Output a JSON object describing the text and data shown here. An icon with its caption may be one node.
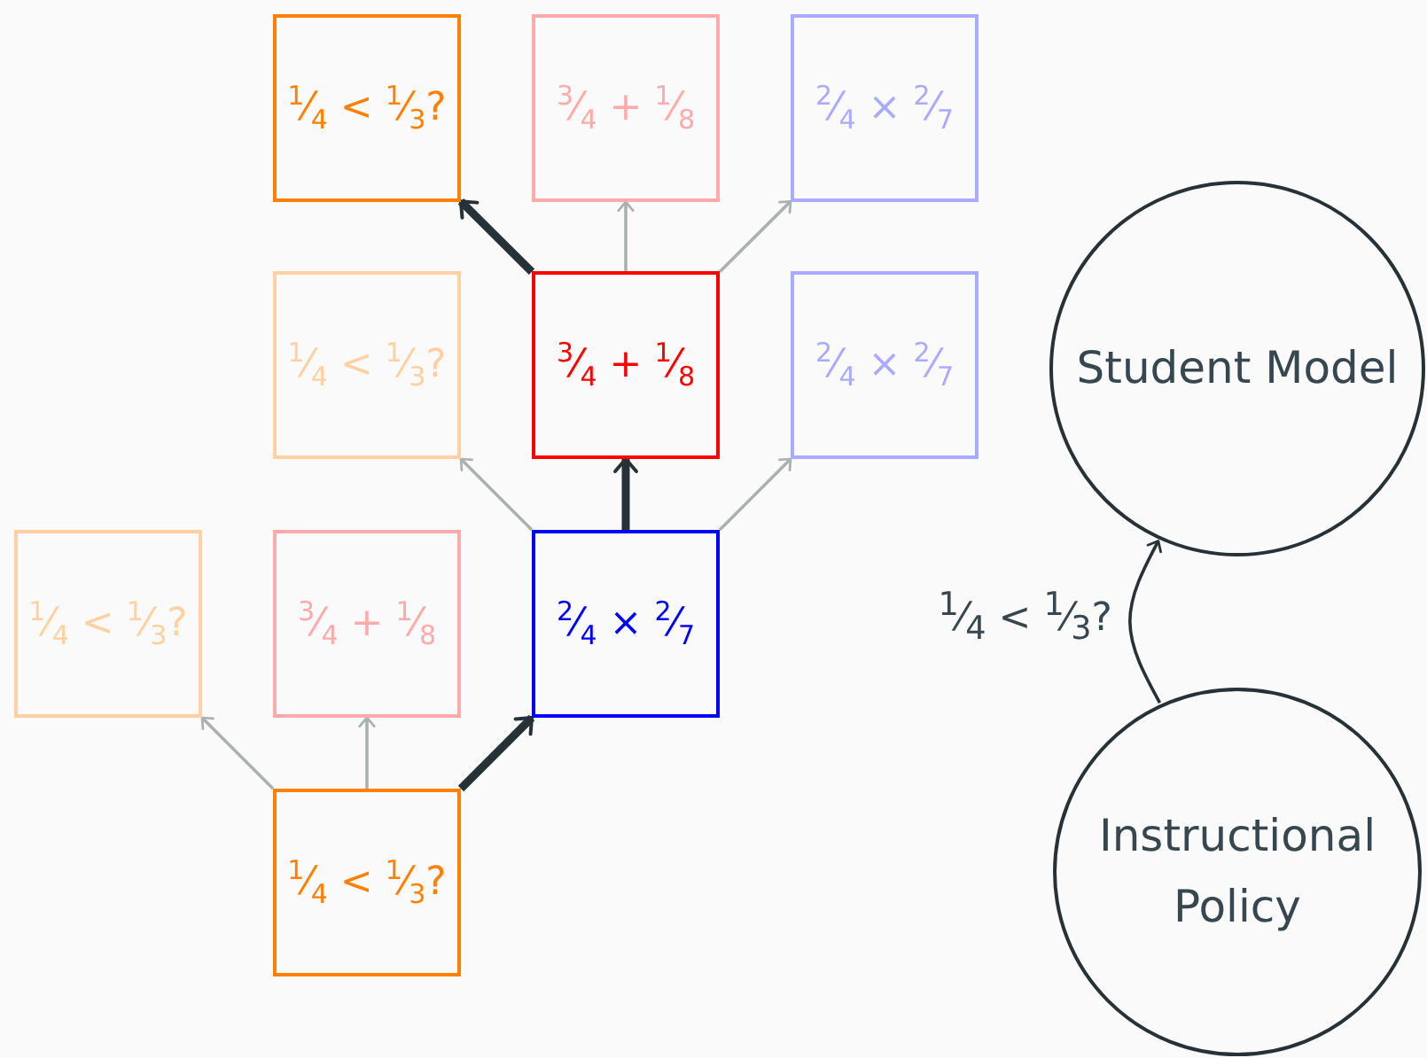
{
  "diagram": {
    "nodes": [
      {
        "text": [
          "$^{1}$⁄$_{4}$ < $^{1}$⁄$_{3}$?"
        ]
      },
      {
        "text": [
          "$^{3}$⁄$_{4}$ + $^{1}$⁄$_{8}$"
        ]
      },
      {
        "text": [
          "$^{2}$⁄$_{4}$ × $^{2}$⁄$_{7}$"
        ]
      },
      {
        "text": [
          "$^{1}$⁄$_{4}$ < $^{1}$⁄$_{3}$?"
        ]
      },
      {
        "text": [
          "$^{3}$⁄$_{4}$ + $^{1}$⁄$_{8}$"
        ]
      },
      {
        "text": [
          "$^{2}$⁄$_{4}$ × $^{2}$⁄$_{7}$"
        ]
      },
      {
        "text": [
          "Student Model"
        ]
      },
      {
        "text": [
          "$^{1}$⁄$_{4}$ < $^{1}$⁄$_{3}$?"
        ]
      },
      {
        "text": [
          "$^{3}$⁄$_{4}$ + $^{1}$⁄$_{8}$"
        ]
      },
      {
        "text": [
          "$^{2}$⁄$_{4}$ × $^{2}$⁄$_{7}$"
        ]
      },
      {
        "text": [
          "$^{1}$⁄$_{4}$ < $^{1}$⁄$_{3}$?"
        ]
      },
      {
        "text": [
          "Instructional Policy"
        ]
      }
    ],
    "edges": [
      {
        "from": 10,
        "to": 7,
        "arrow": "to"
      },
      {
        "from": 10,
        "to": 8,
        "arrow": "to"
      },
      {
        "from": 10,
        "to": 9,
        "arrow": "to",
        "style": "thick",
        "color": "#263238"
      },
      {
        "from": 9,
        "to": 3,
        "arrow": "to"
      },
      {
        "from": 9,
        "to": 4,
        "arrow": "to",
        "style": "thick",
        "color": "#263238"
      },
      {
        "from": 9,
        "to": 5,
        "arrow": "to"
      },
      {
        "from": 4,
        "to": 0,
        "arrow": "to",
        "style": "thick",
        "color": "#263238"
      },
      {
        "from": 4,
        "to": 1,
        "arrow": "to"
      },
      {
        "from": 4,
        "to": 2,
        "arrow": "to"
      },
      {
        "from": 11,
        "to": 6,
        "arrow": "to",
        "label": "$^{1}$⁄$_{4}$ < $^{1}$⁄$_{3}$?",
        "color": "#263238"
      }
    ]
  }
}
